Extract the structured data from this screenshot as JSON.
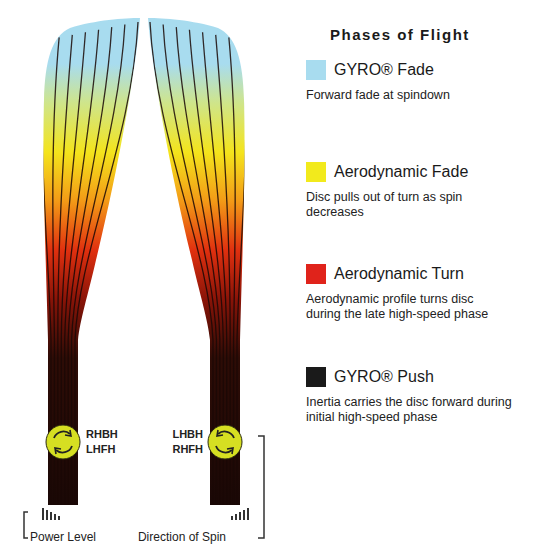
{
  "diagram": {
    "title": "Phases of Flight",
    "labels": [
      "Forward fade at spindown",
      "Disc pulls out of turn as spin decreases",
      "Aerodynamic profile turns disc during the late high-speed phase",
      "Inertia carries the disc forward during initial high-speed phase",
      "RHBH",
      "LHFH",
      "LHBH",
      "RHFH",
      "Power Level",
      "Direction of Spin"
    ],
    "legend": [
      {
        "text": "GYRO® Fade",
        "color": "#a8dcef"
      },
      {
        "text": "Aerodynamic Fade",
        "color": "#f2ea1c"
      },
      {
        "text": "Aerodynamic Turn",
        "color": "#e0231b"
      },
      {
        "text": "GYRO® Push",
        "color": "#1a1a1a"
      }
    ]
  }
}
